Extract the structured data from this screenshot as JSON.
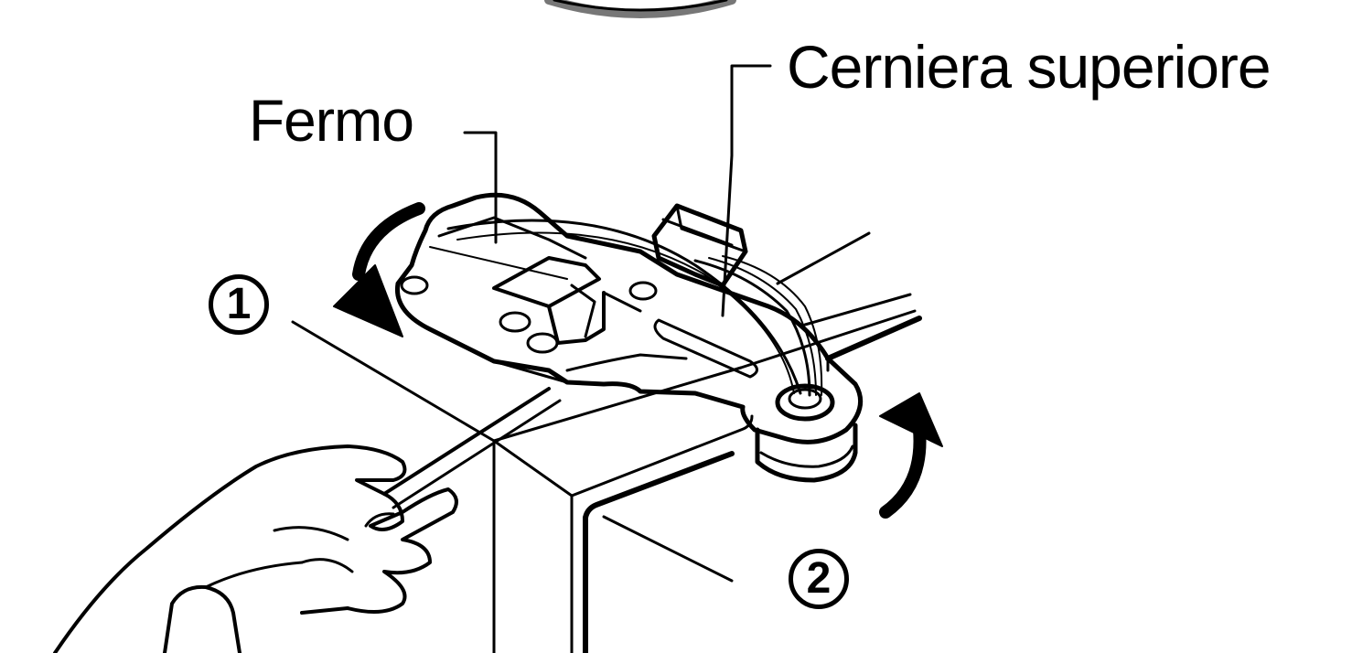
{
  "labels": {
    "top_hinge": "Cerniera superiore",
    "latch": "Fermo"
  },
  "steps": {
    "first": "1",
    "second": "2"
  },
  "colors": {
    "ink": "#000000",
    "paper": "#ffffff",
    "shade": "#9a9a9a"
  },
  "icons": {
    "rotate_counterclockwise": "curved-arrow-down-left-icon",
    "rotate_clockwise": "curved-arrow-up-icon",
    "hand": "hand-with-screwdriver-icon"
  }
}
